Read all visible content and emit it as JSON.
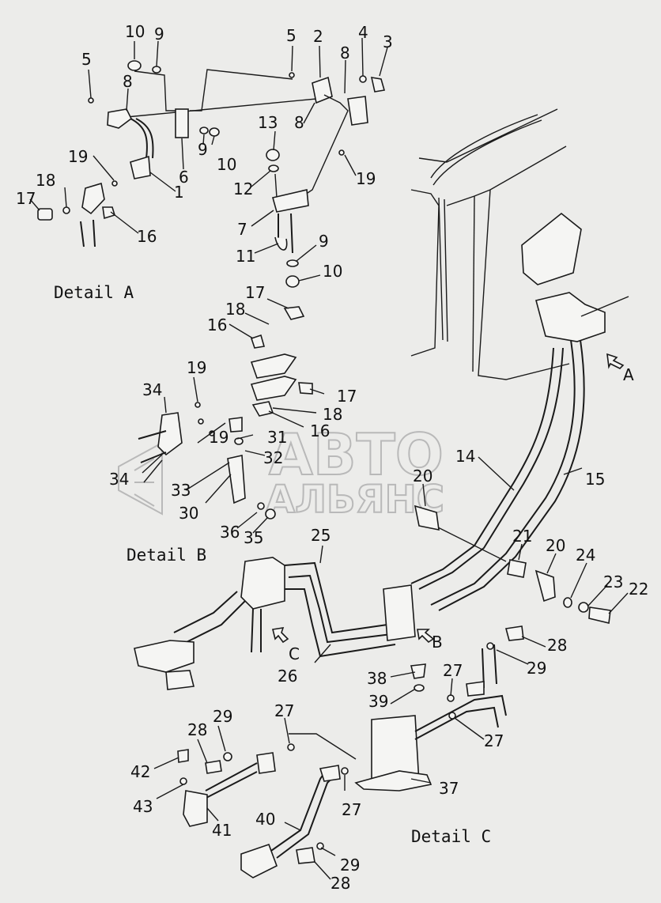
{
  "watermark": {
    "line1": "АВТО",
    "line2": "АЛЬЯНС"
  },
  "details": {
    "a": "Detail A",
    "b": "Detail B",
    "c": "Detail C"
  },
  "view_arrows": {
    "a": "A",
    "b": "B",
    "c": "C"
  },
  "callouts": {
    "a": [
      "10",
      "9",
      "5",
      "8",
      "19",
      "18",
      "17",
      "16",
      "1",
      "6",
      "9",
      "10",
      "5",
      "2",
      "4",
      "3",
      "8",
      "8",
      "13",
      "12",
      "19",
      "7",
      "11",
      "9",
      "10"
    ],
    "b": [
      "17",
      "18",
      "16",
      "19",
      "34",
      "17",
      "18",
      "16",
      "19",
      "31",
      "32",
      "34",
      "33",
      "30",
      "36",
      "35"
    ],
    "main": [
      "14",
      "15",
      "20",
      "21",
      "20",
      "24",
      "23",
      "22",
      "25",
      "26",
      "28",
      "29"
    ],
    "c": [
      "38",
      "39",
      "27",
      "27",
      "28",
      "29",
      "27",
      "42",
      "43",
      "41",
      "27",
      "37",
      "40",
      "29",
      "28"
    ]
  }
}
